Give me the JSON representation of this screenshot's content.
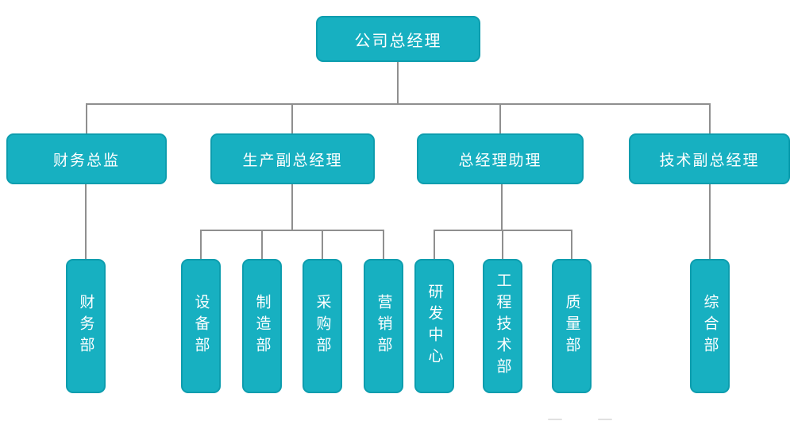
{
  "org": {
    "root": "公司总经理",
    "branches": [
      {
        "manager": "财务总监",
        "departments": [
          "财务部"
        ]
      },
      {
        "manager": "生产副总经理",
        "departments": [
          "设备部",
          "制造部",
          "采购部",
          "营销部"
        ]
      },
      {
        "manager": "总经理助理",
        "departments": [
          "研发中心",
          "工程技术部",
          "质量部"
        ]
      },
      {
        "manager": "技术副总经理",
        "departments": [
          "综合部"
        ]
      }
    ]
  },
  "colors": {
    "box_fill": "#17b0c1",
    "box_border": "#0d9dae",
    "connector": "#8f8f8f",
    "label_text": "#ffffff",
    "background": "#ffffff"
  }
}
